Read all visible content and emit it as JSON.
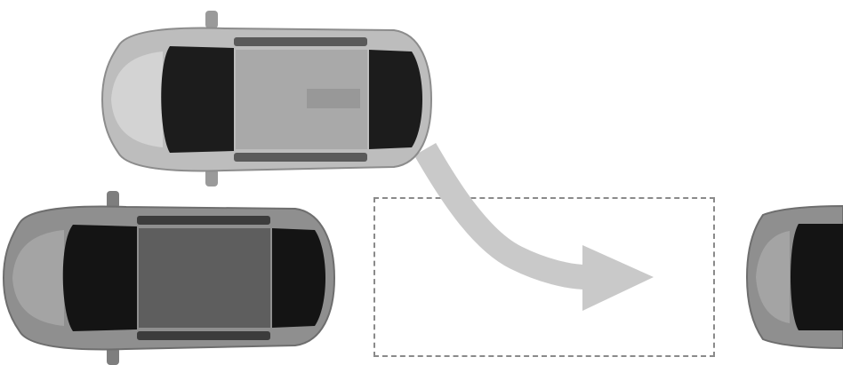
{
  "scene": {
    "description_kind": "parallel-parking illustration",
    "vehicles": [
      {
        "id": "maneuvering-car",
        "color": "#b9b9b9",
        "role": "moving"
      },
      {
        "id": "parked-car-front",
        "color": "#8f8f8f",
        "role": "parked"
      },
      {
        "id": "parked-car-rear",
        "color": "#8f8f8f",
        "role": "parked"
      }
    ],
    "arrow_color": "#c9c9c9",
    "slot_border_color": "#8a8a8a",
    "background": "#ffffff"
  }
}
